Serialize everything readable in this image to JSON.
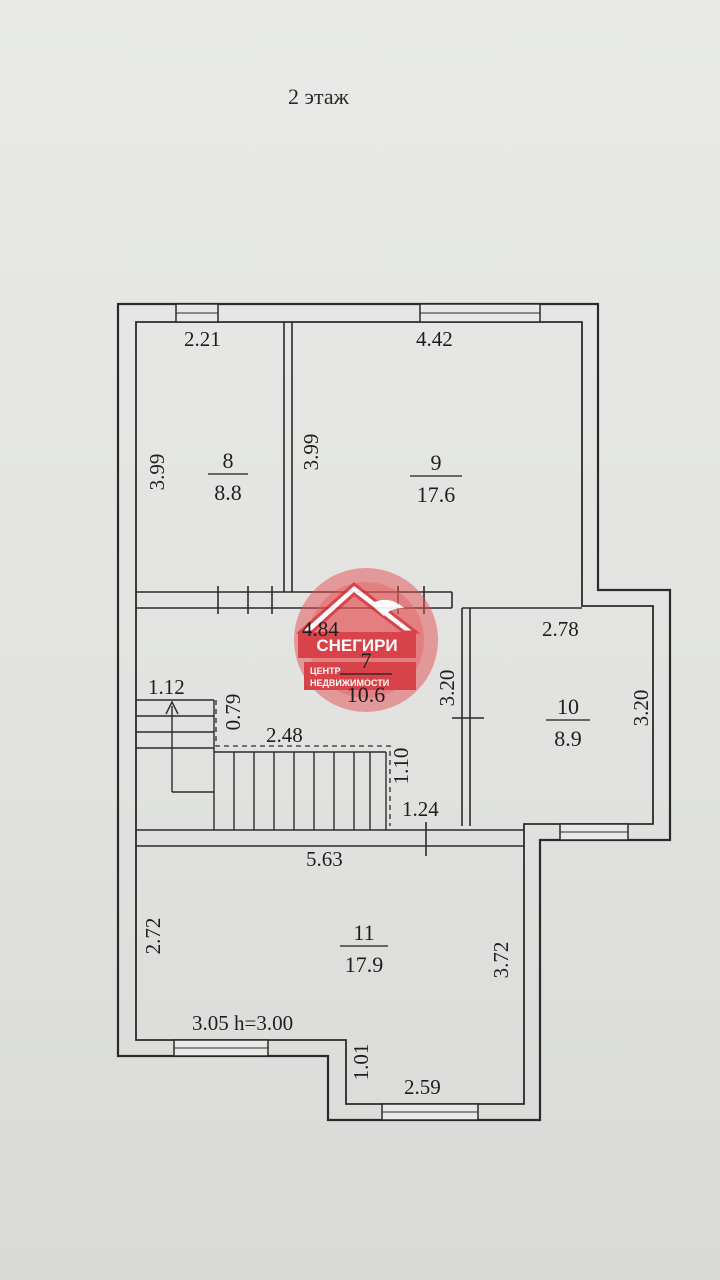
{
  "floor_title": "2 этаж",
  "rooms": [
    {
      "number": "8",
      "area": "8.8"
    },
    {
      "number": "9",
      "area": "17.6"
    },
    {
      "number": "7",
      "area": "10.6"
    },
    {
      "number": "10",
      "area": "8.9"
    },
    {
      "number": "11",
      "area": "17.9"
    }
  ],
  "dimensions": {
    "room8_width": "2.21",
    "room8_height": "3.99",
    "room9_width": "4.42",
    "room9_height": "3.99",
    "room7_width": "4.84",
    "room7_height": "3.20",
    "room10_width": "2.78",
    "room10_height": "3.20",
    "stair_width": "1.12",
    "stair_offset": "0.79",
    "stair_length": "2.48",
    "stair_height": "1.10",
    "corridor_width": "1.24",
    "room11_width": "5.63",
    "room11_left": "2.72",
    "room11_right": "3.72",
    "room11_bottom_left": "3.05 h=3.00",
    "bay_depth": "1.01",
    "bay_width": "2.59"
  },
  "watermark": {
    "name": "СНЕГИРИ",
    "line1": "ЦЕНТР",
    "line2": "НЕДВИЖИМОСТИ"
  },
  "colors": {
    "wall": "#2b2b2b",
    "watermark_red": "#d8323a"
  }
}
